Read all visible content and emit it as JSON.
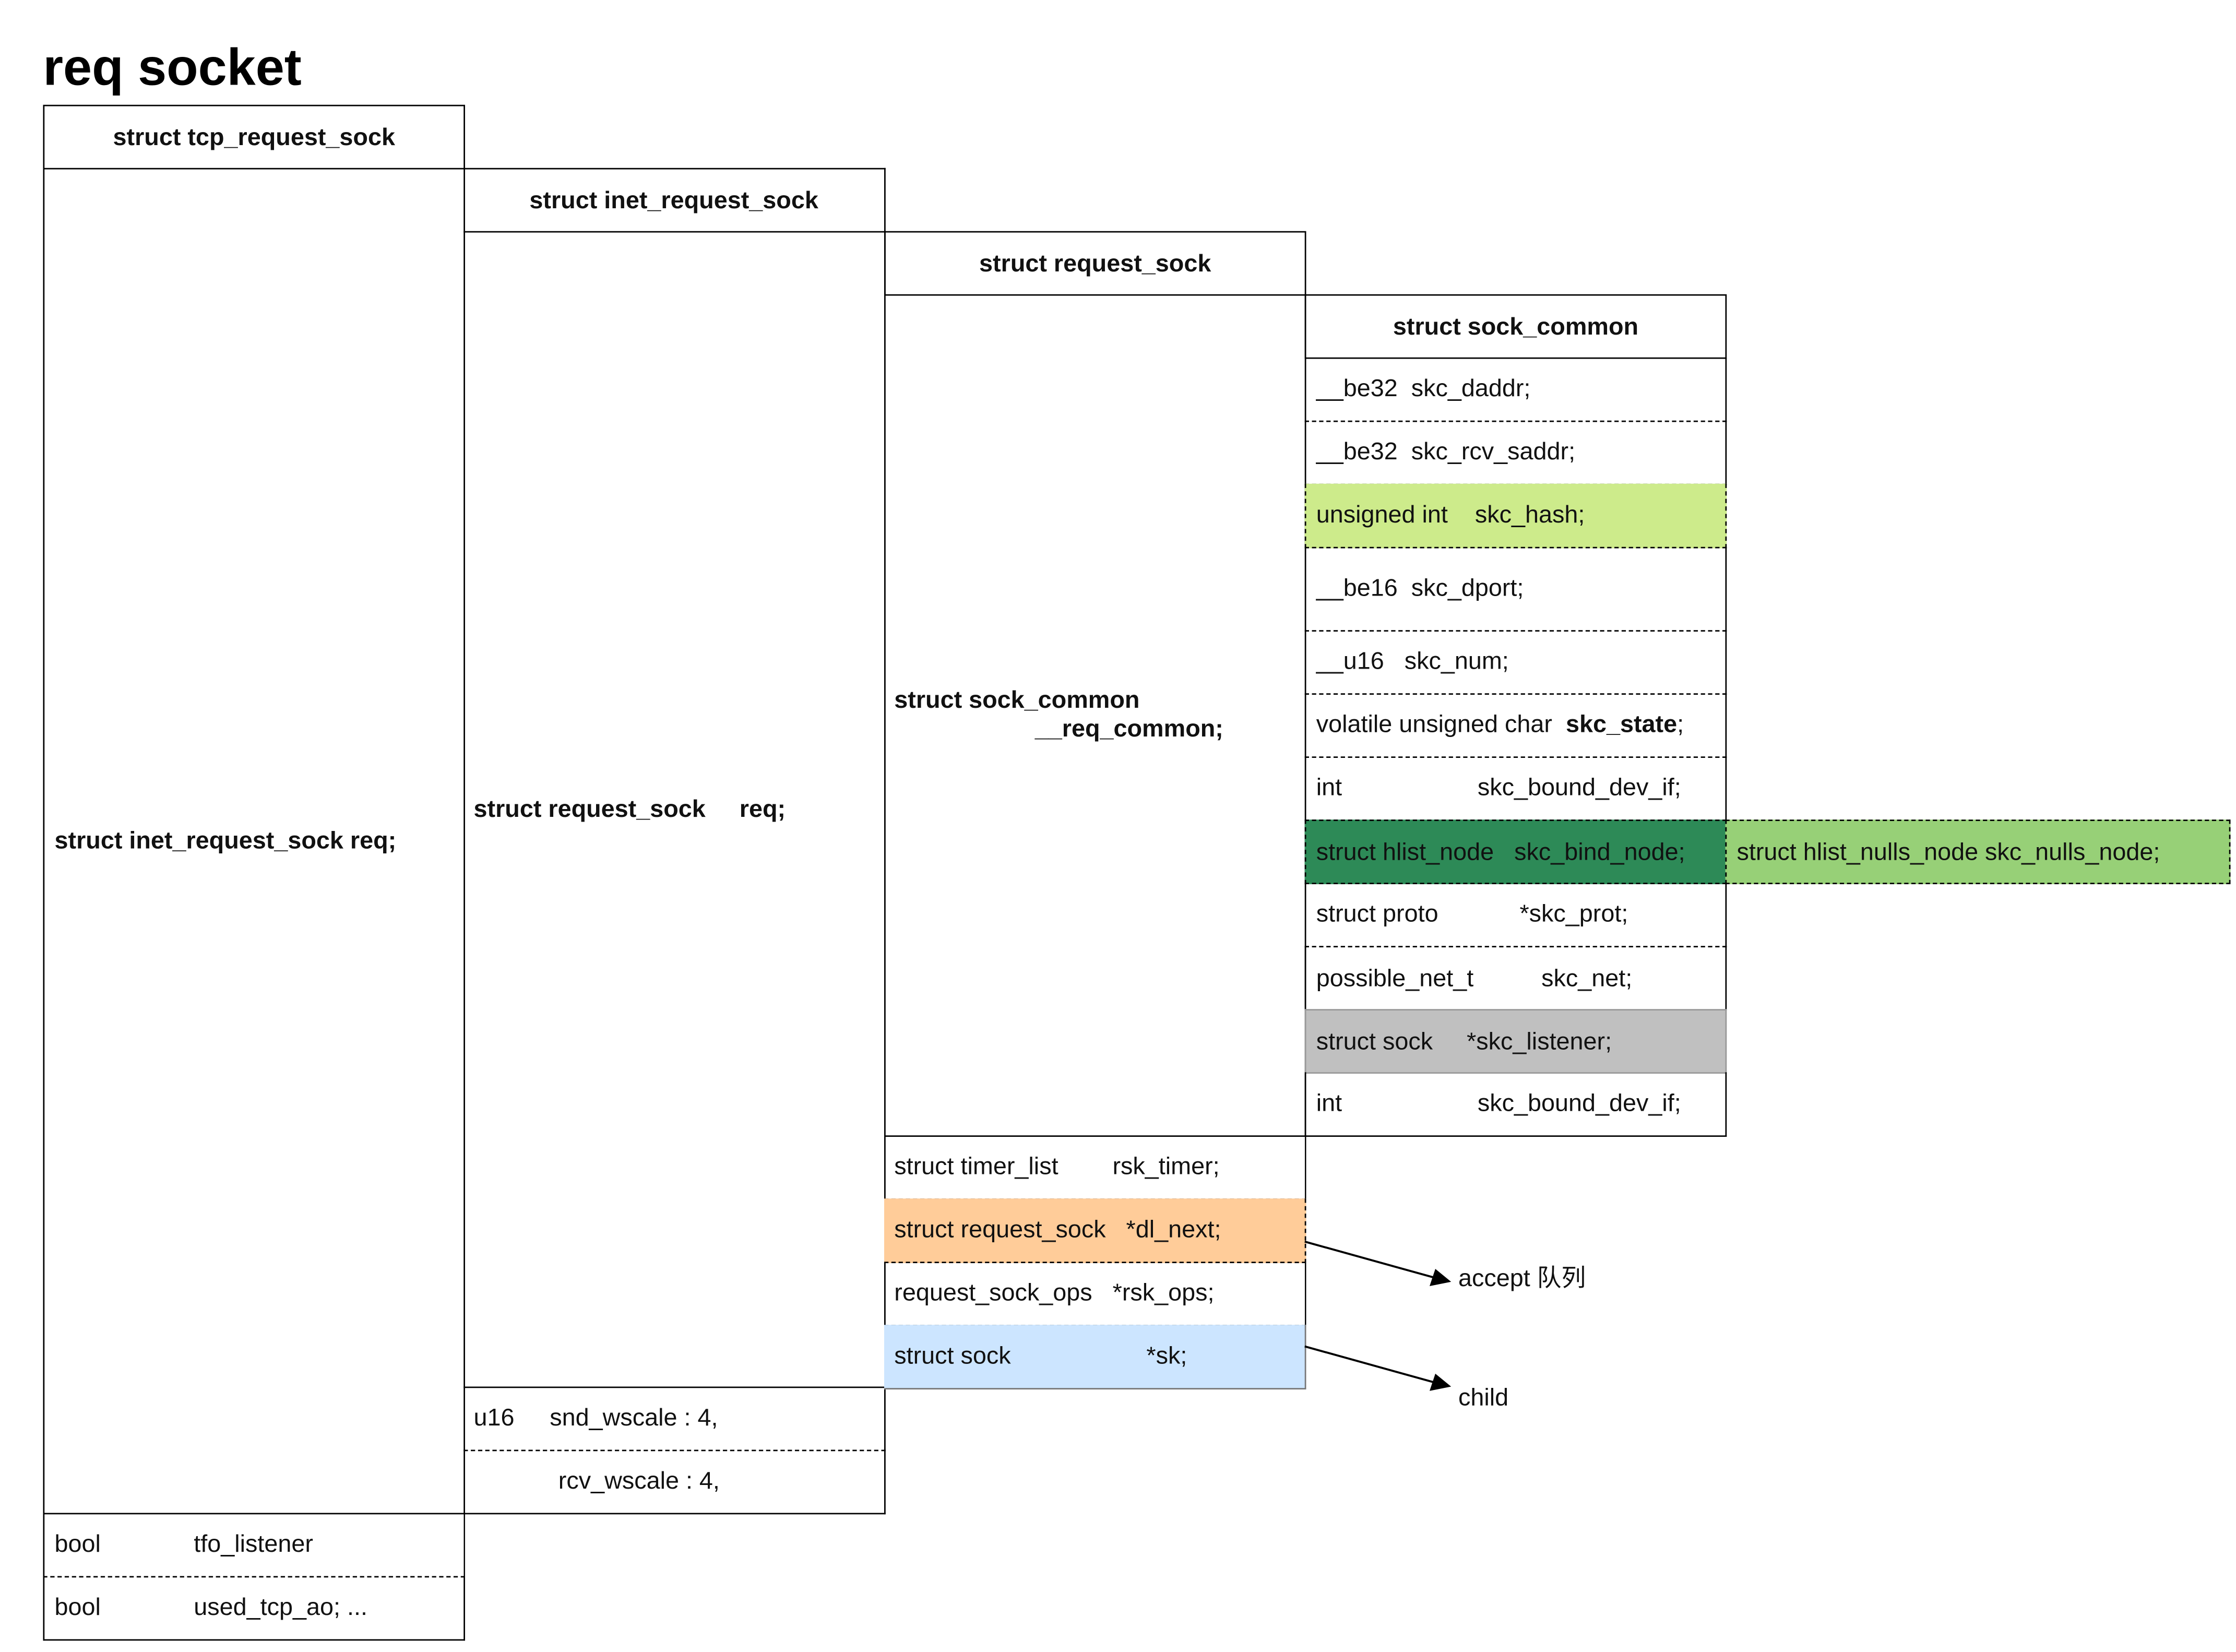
{
  "title": "req socket",
  "colors": {
    "hash": "#cdeb8b",
    "bind_node": "#2d8a57",
    "nulls_node": "#97d077",
    "listener": "#c0c0c0",
    "dl_next": "#ffcc99",
    "sk": "#cce5ff"
  },
  "tcp_request_sock": {
    "title": "struct tcp_request_sock",
    "req": "struct inet_request_sock req;",
    "tfo_type": "bool",
    "tfo_name": "tfo_listener",
    "ao_type": "bool",
    "ao_name": "used_tcp_ao; ..."
  },
  "inet_request_sock": {
    "title": "struct inet_request_sock",
    "req": "struct request_sock     req;",
    "snd_type": "u16",
    "snd_name": "snd_wscale : 4,",
    "rcv_name": "rcv_wscale : 4,"
  },
  "request_sock": {
    "title": "struct request_sock",
    "common_line1": "struct sock_common",
    "common_line2": "__req_common;",
    "timer": "struct timer_list        rsk_timer;",
    "dl_next": "struct request_sock   *dl_next;",
    "ops": "request_sock_ops   *rsk_ops;",
    "sk": "struct sock                    *sk;"
  },
  "sock_common": {
    "title": "struct sock_common",
    "daddr": "__be32  skc_daddr;",
    "rcv_saddr": "__be32  skc_rcv_saddr;",
    "hash": "unsigned int    skc_hash;",
    "dport": "__be16  skc_dport;",
    "num": "__u16   skc_num;",
    "state_prefix": "volatile unsigned char  ",
    "state_name": "skc_state",
    "state_suffix": ";",
    "bound_dev_if_1": "int                    skc_bound_dev_if;",
    "bind_node": "struct hlist_node   skc_bind_node;",
    "nulls_node": "struct hlist_nulls_node skc_nulls_node;",
    "prot": "struct proto            *skc_prot;",
    "net": "possible_net_t          skc_net;",
    "listener": "struct sock     *skc_listener;",
    "bound_dev_if_2": "int                    skc_bound_dev_if;"
  },
  "annotations": {
    "accept": "accept 队列",
    "child": "child"
  }
}
